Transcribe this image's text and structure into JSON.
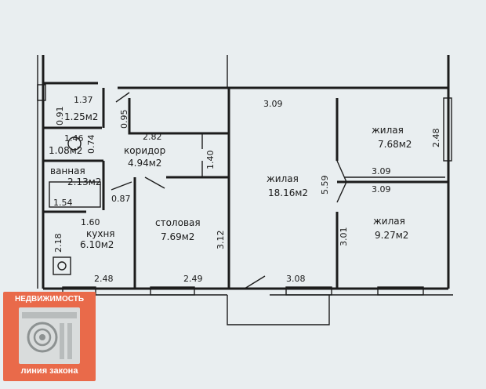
{
  "colors": {
    "paper": "#e9eef0",
    "wall": "#1c1c1c",
    "logo_bg": "#e96a4a",
    "logo_text": "#ffffff"
  },
  "rooms": {
    "living_large": {
      "name": "жилая",
      "area": "18.16м2"
    },
    "living_top_right": {
      "name": "жилая",
      "area": "7.68м2"
    },
    "living_bottom_right": {
      "name": "жилая",
      "area": "9.27м2"
    },
    "corridor": {
      "name": "коридор",
      "area": "4.94м2"
    },
    "dining": {
      "name": "столовая",
      "area": "7.69м2"
    },
    "kitchen": {
      "name": "кухня",
      "area": "6.10м2"
    },
    "bathroom": {
      "name": "ванная",
      "area": "2.13м2"
    },
    "closet_top": {
      "area": "1.25м2"
    },
    "toilet": {
      "area": "1.08м2"
    }
  },
  "dimensions": {
    "top_living": "3.09",
    "top_right_height": "2.48",
    "right_mid_upper": "3.09",
    "right_mid_lower": "3.09",
    "living_height": "5.59",
    "right_lower_height": "3.01",
    "bottom_right": "3.08",
    "bottom_middle": "2.49",
    "bottom_left": "2.48",
    "dining_height": "3.12",
    "corridor_width": "2.82",
    "corridor_side": "1.40",
    "closet_width": "1.37",
    "closet_height": "0.91",
    "corridor_door": "0.95",
    "toilet_width": "1.46",
    "toilet_height": "0.74",
    "bath_width": "1.54",
    "bath_door": "0.87",
    "kitchen_width": "1.60",
    "kitchen_height": "2.18"
  },
  "logo": {
    "top_text": "НЕДВИЖИМОСТЬ",
    "bottom_text": "линия закона"
  }
}
